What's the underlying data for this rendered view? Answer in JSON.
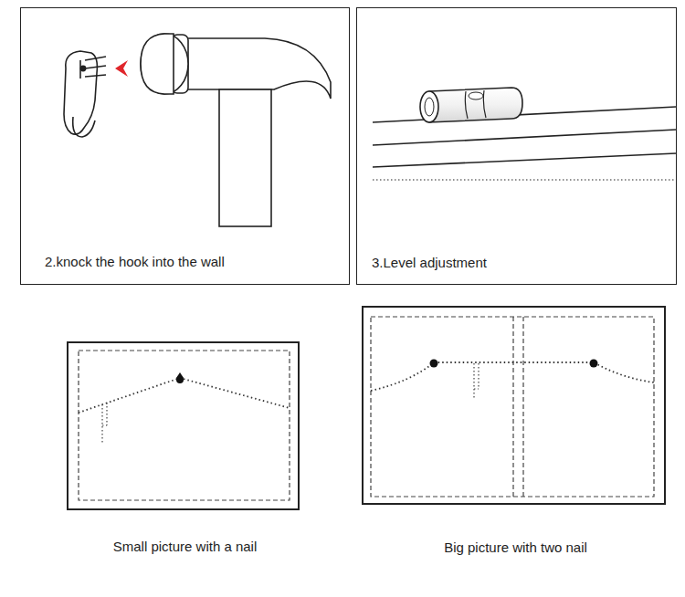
{
  "diagram": {
    "nodes": [
      {
        "text": [
          "2.knock the hook into the wall"
        ]
      },
      {
        "text": [
          "3.Level adjustment"
        ]
      },
      {
        "text": [
          "Small picture with a nail"
        ]
      },
      {
        "text": [
          "Big picture with two nail"
        ]
      }
    ]
  }
}
